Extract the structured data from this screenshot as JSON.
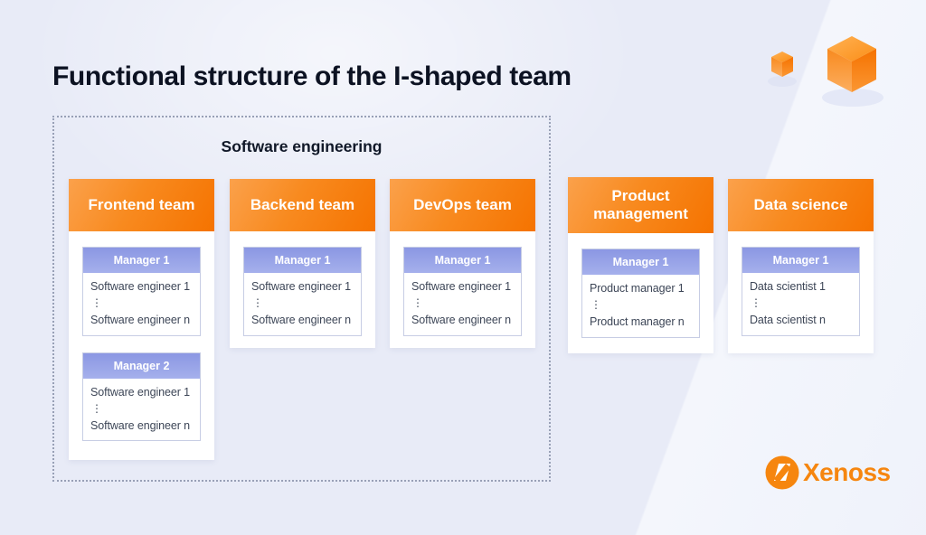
{
  "title": "Functional structure of the I-shaped team",
  "group": {
    "label": "Software engineering"
  },
  "columns": [
    {
      "title": "Frontend team",
      "managers": [
        {
          "label": "Manager 1",
          "member_first": "Software engineer 1",
          "ellipsis": "⋮",
          "member_last": "Software engineer n"
        },
        {
          "label": "Manager 2",
          "member_first": "Software engineer 1",
          "ellipsis": "⋮",
          "member_last": "Software engineer n"
        }
      ]
    },
    {
      "title": "Backend team",
      "managers": [
        {
          "label": "Manager 1",
          "member_first": "Software engineer 1",
          "ellipsis": "⋮",
          "member_last": "Software engineer n"
        }
      ]
    },
    {
      "title": "DevOps team",
      "managers": [
        {
          "label": "Manager 1",
          "member_first": "Software engineer 1",
          "ellipsis": "⋮",
          "member_last": "Software engineer n"
        }
      ]
    },
    {
      "title": "Product management",
      "managers": [
        {
          "label": "Manager 1",
          "member_first": "Product manager 1",
          "ellipsis": "⋮",
          "member_last": "Product manager n"
        }
      ]
    },
    {
      "title": "Data science",
      "managers": [
        {
          "label": "Manager 1",
          "member_first": "Data scientist 1",
          "ellipsis": "⋮",
          "member_last": "Data scientist n"
        }
      ]
    }
  ],
  "logo": {
    "text": "Xenoss"
  },
  "colors": {
    "accent_orange_light": "#fba14b",
    "accent_orange": "#f57300",
    "manager_blue_top": "#8b97e3",
    "manager_blue_bottom": "#a5b0ec",
    "background": "#e8ebf7",
    "title_text": "#0c1222",
    "list_text": "#3d4657",
    "logo_orange": "#f6860f"
  }
}
